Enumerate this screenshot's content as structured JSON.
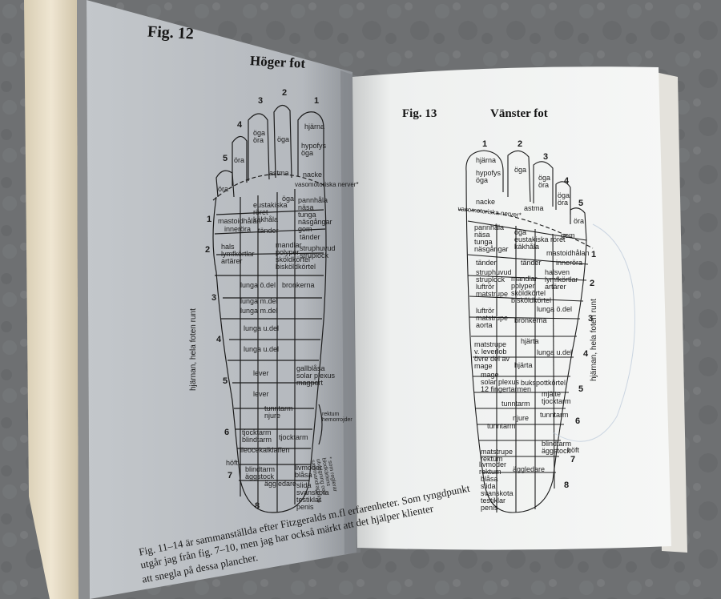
{
  "left_page": {
    "figure_label": "Fig. 12",
    "title": "Höger fot",
    "toe_numbers": [
      "1",
      "2",
      "3",
      "4",
      "5"
    ],
    "zone_numbers": [
      "1",
      "2",
      "3",
      "4",
      "5",
      "6",
      "7",
      "8"
    ],
    "side_label": "hjärnan, hela foten runt",
    "labels": {
      "hjarna": "hjärna",
      "hypofys": "hypofys\nöga",
      "oga_3": "öga\nöra",
      "oga_2": "öga",
      "ora_4": "öra",
      "ora_5": "öra",
      "astma": "astma",
      "nacke": "nacke",
      "vasomotoriska": "vasomotoriska nerver*",
      "eustakiska": "eustakiska\nröret\nkäkhåla",
      "pannhala": "pannhåla\nnäsa\ntunga\nnäsgångar\ngom",
      "oga_l": "öga",
      "mastoid": "mastoidhålan",
      "innerora": "inneröra",
      "tander_1": "tänder",
      "tander_2": "tänder",
      "hals": "hals\nlymfkörtlar\nartärer",
      "mandlar": "mandlar\npolyper\nsköldkörtel\nbisköldkörtel",
      "struphuvud": "struphuvud\nstruplock",
      "lunga_o": "lunga ö.del",
      "bronkerna": "bronkerna",
      "lunga_m1": "lunga m.del",
      "lunga_m2": "lunga m.del",
      "lunga_u1": "lunga u.del",
      "lunga_u2": "lunga u.del",
      "lever1": "lever",
      "lever2": "lever",
      "gallblasa": "gallblåsa\nsolar plexus\nmagport",
      "tunntarm": "tunntarm\nnjure",
      "tjocktarm1": "tjocktarm\nblindtarm",
      "tjocktarm2": "tjocktarm",
      "ileocekal": "ileocekalklaffen",
      "blindtarm": "blindtarm\näggstock",
      "livmoder": "livmoder\nblåsa",
      "aggledare": "äggledare",
      "slida": "slida\nsvanskota\ntestiklar\npenis",
      "hoft": "höft",
      "rektum": "rektum\nhemorrojder",
      "note": "* som reglerar\nblodkärlens\nutvidgning och\nsammandragning"
    },
    "caption": [
      "Fig. 11–14 är sammanställda efter Fitzgeralds m.fl erfarenheter. Som tyngdpunkt",
      "utgår jag från fig. 7–10, men jag har också märkt att det hjälper klienter",
      "att snegla på dessa plancher."
    ]
  },
  "right_page": {
    "figure_label": "Fig. 13",
    "title": "Vänster fot",
    "toe_numbers": [
      "1",
      "2",
      "3",
      "4",
      "5"
    ],
    "zone_numbers": [
      "1",
      "2",
      "3",
      "4",
      "5",
      "6",
      "7",
      "8"
    ],
    "side_label": "hjärnan, hela foten runt",
    "labels": {
      "hjarna": "hjärna",
      "hypofys": "hypofys\nöga",
      "oga_2": "öga",
      "oga_3": "öga\nöra",
      "oga_4": "öga\nöra",
      "ora_5": "öra",
      "nacke": "nacke",
      "astma": "astma",
      "vasomotoriska": "vasomotoriska nerver*",
      "pannhala": "pannhåla\nnäsa\ntunga\nnäsgångar",
      "gom": "gom",
      "eustakiska": "öga\neustakiska röret\nkäkhåla",
      "mastoid": "mastoidhålan",
      "tander_1": "tänder",
      "tander_2": "tänder",
      "innerora": "inneröra",
      "struphuvud": "struphuvud\nstruplock\nluftrör\nmatstrupe",
      "mandlar": "mandlar\npolyper\nsköldkörtel\nbisköldkörtel",
      "halsven": "halsven\nlymfkörtlar\nartärer",
      "luftror": "luftrör\nmatstrupe\naorta",
      "lunga_o": "lunga ö.del",
      "bronkerna": "bronkerna",
      "matstrupe": "matstrupe\nv. leverlob\növre del av\nmage",
      "hjarta1": "hjärta",
      "hjarta2": "hjärta",
      "lunga_u": "lunga u.del",
      "mage": "mage\nsolar plexus\n12 fingertarmen",
      "bukspott": "bukspottkörtel",
      "mjalte": "mjälte\ntjocktarm",
      "tunntarm1": "tunntarm",
      "njure": "njure",
      "tunntarm2": "tunntarm",
      "tunntarm3": "tunntarm",
      "blindtarm": "blindtarm\näggstock",
      "hoft": "höft",
      "matstrupe_r": "matstrupe\nrektum",
      "livmoder": "livmoder\nrektum",
      "aggledare": "äggledare",
      "blasa": "blåsa\nslida\nsvanskota\ntestiklar\npenis"
    }
  },
  "colors": {
    "background": "#6d6f71",
    "left_page": "#b9bdc2",
    "right_page": "#f3f4f3",
    "page_edges": "#e6dcc6",
    "ink": "#1c1c1c"
  }
}
